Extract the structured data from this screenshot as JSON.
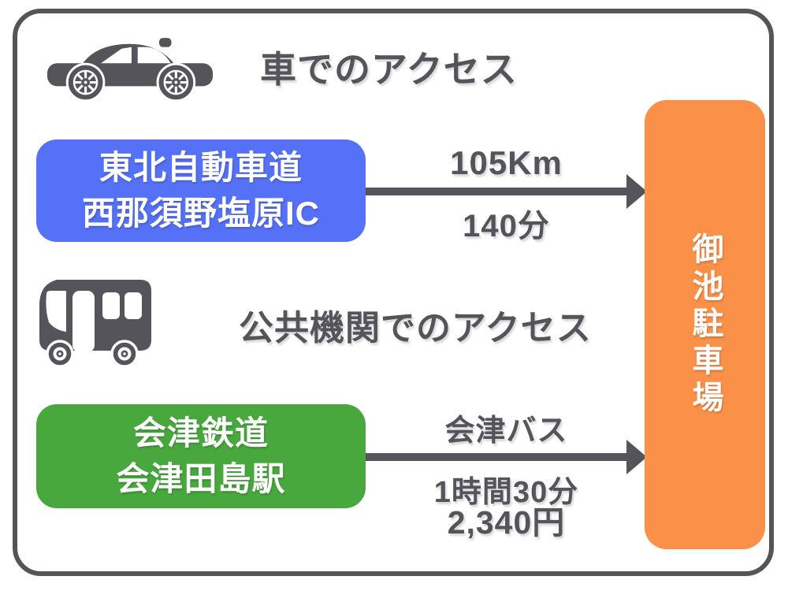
{
  "colors": {
    "ink": "#55545A",
    "car_route_box": "#5571F7",
    "public_route_box": "#48A83E",
    "destination_box": "#FB9149",
    "box_text": "#FFFFFF",
    "background": "#FFFFFF"
  },
  "sections": {
    "car": {
      "icon": "car-icon",
      "title": "車でのアクセス",
      "origin": {
        "line1": "東北自動車道",
        "line2": "西那須野塩原IC"
      },
      "route": {
        "distance": "105Km",
        "duration": "140分"
      }
    },
    "public": {
      "icon": "bus-icon",
      "title": "公共機関でのアクセス",
      "origin": {
        "line1": "会津鉄道",
        "line2": "会津田島駅"
      },
      "route": {
        "operator": "会津バス",
        "duration": "1時間30分",
        "fare": "2,340円"
      }
    }
  },
  "destination": {
    "label": "御池駐車場"
  }
}
